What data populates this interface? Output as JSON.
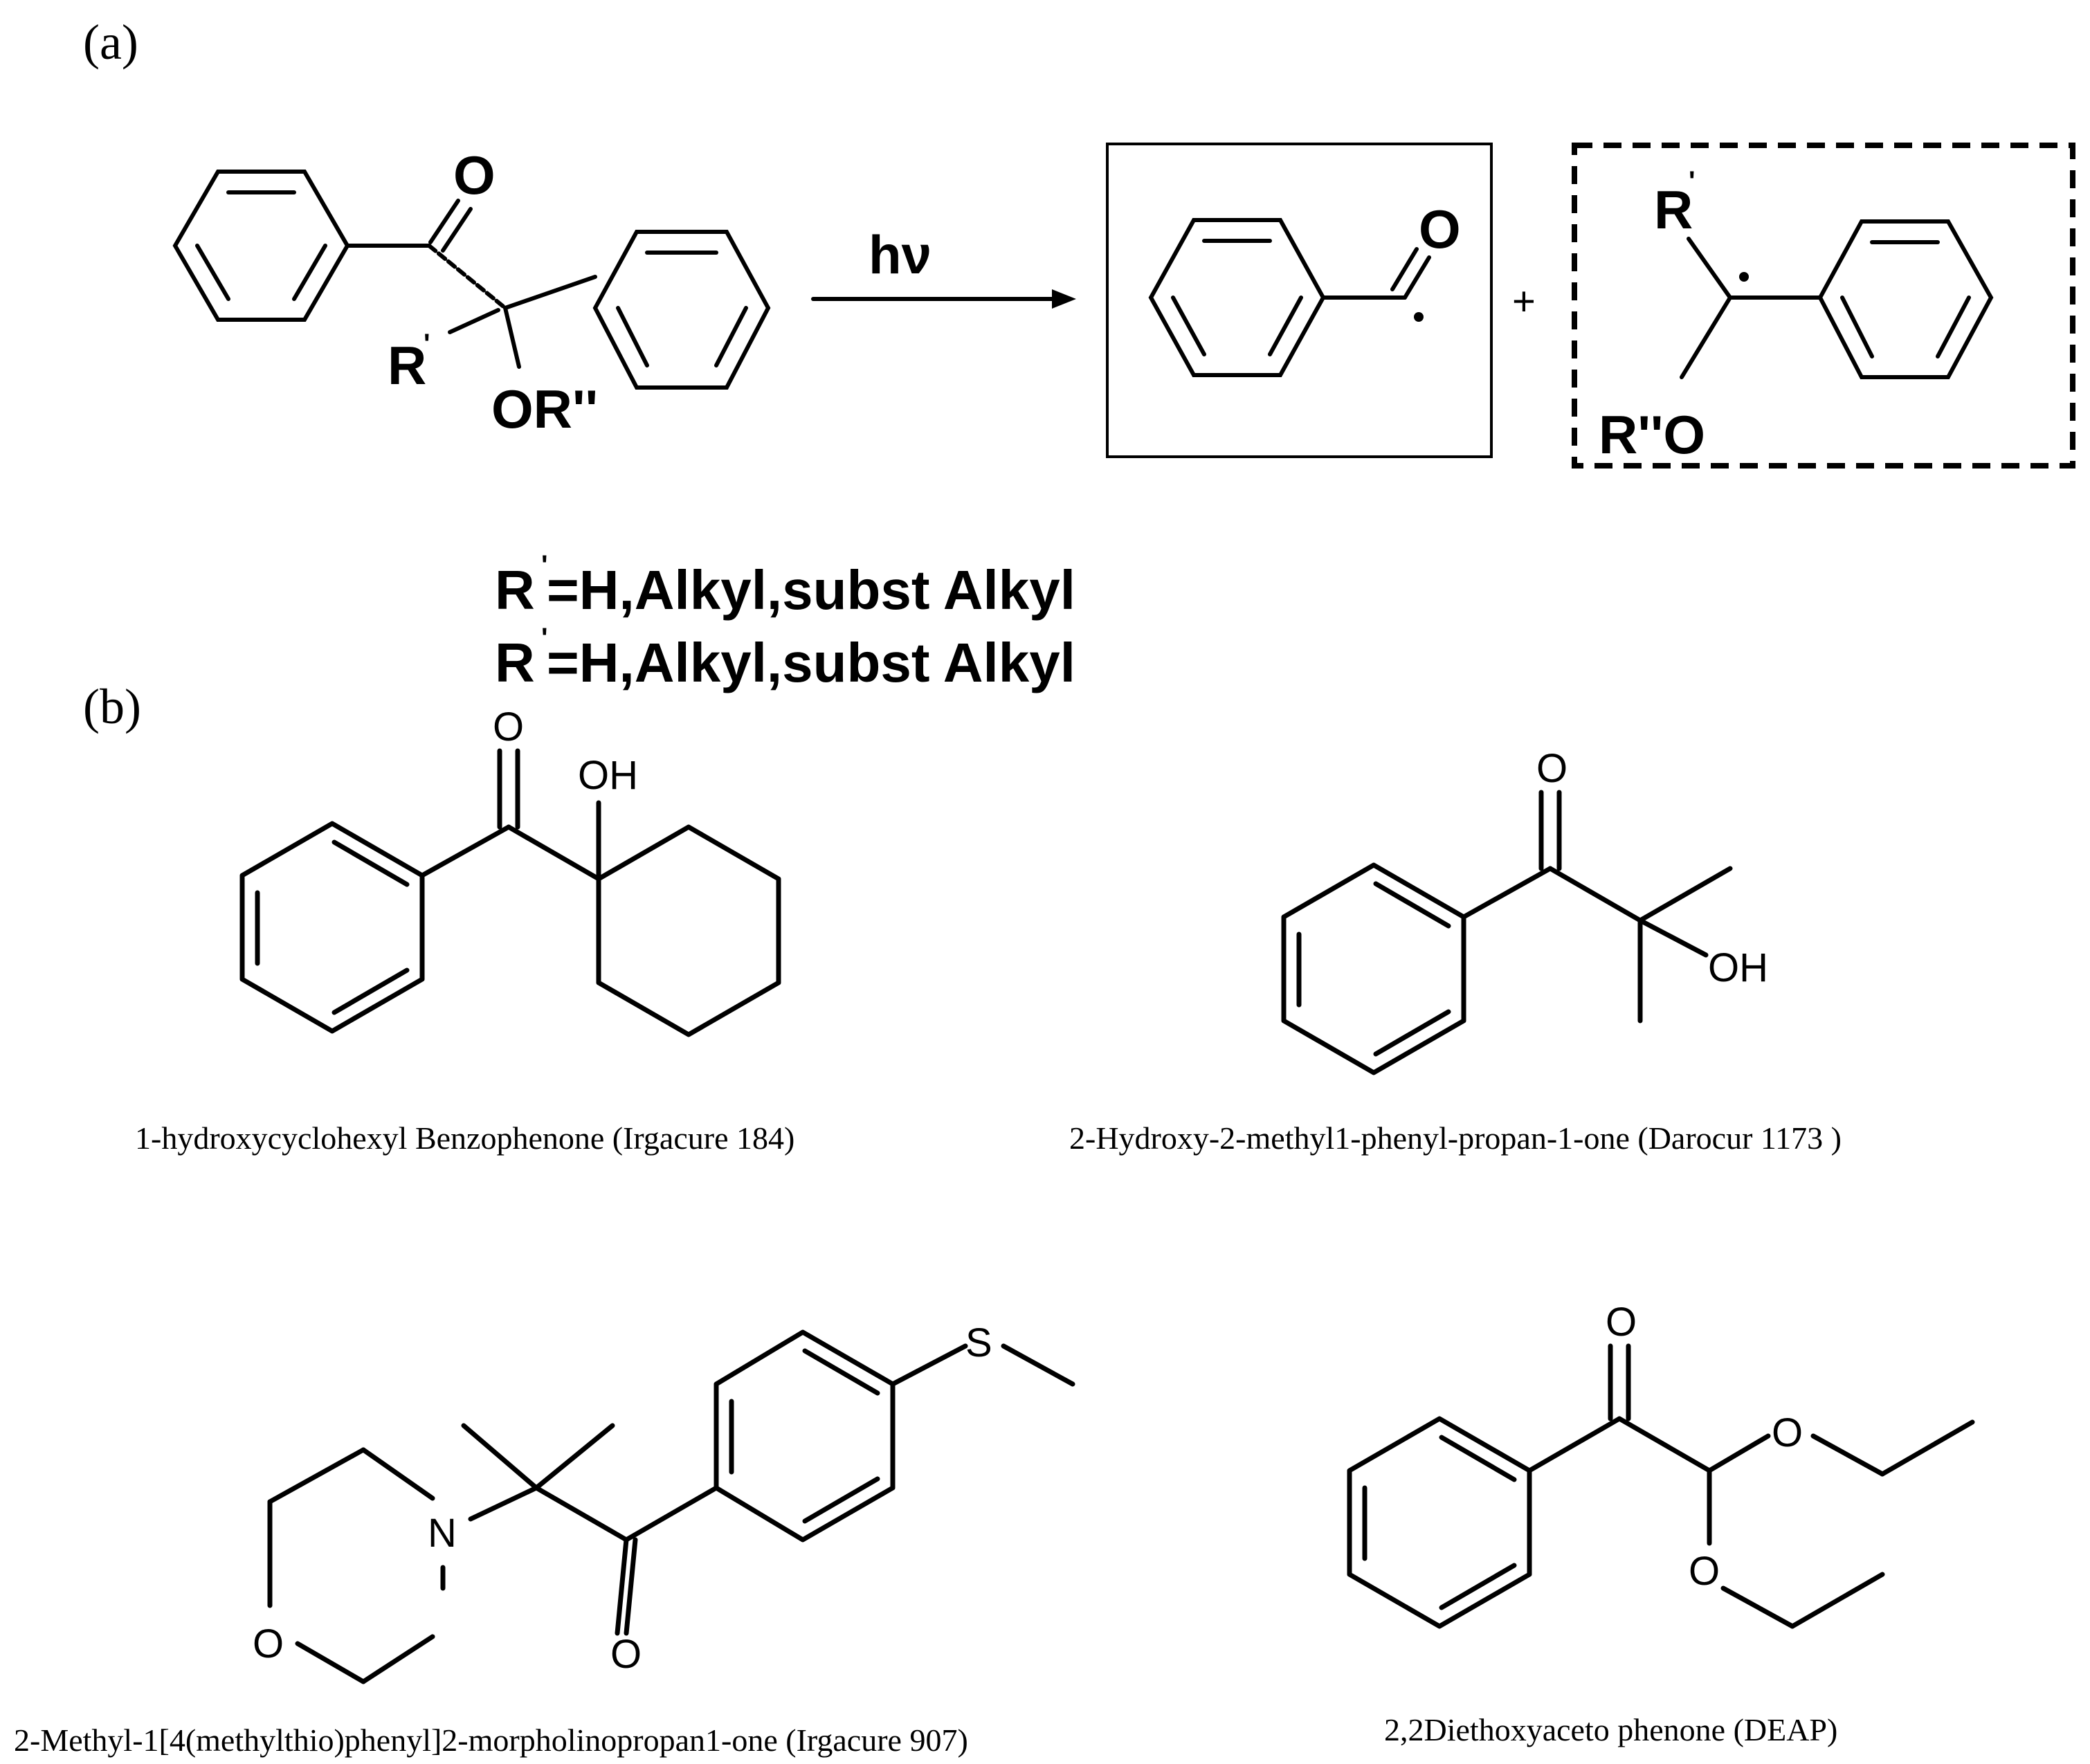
{
  "panels": {
    "a_label": "(a)",
    "b_label": "(b)"
  },
  "reaction": {
    "condition": "hν",
    "plus": "+",
    "reactant": {
      "o": "O",
      "r1": "R",
      "r1_prime": "'",
      "or2": "OR''"
    },
    "product1": {
      "o": "O"
    },
    "product2": {
      "r1": "R",
      "r1_prime": "'",
      "ro": "R''O"
    },
    "definitions": [
      {
        "symbol": "R",
        "prime": "'",
        "text": "=H,Alkyl,subst Alkyl"
      },
      {
        "symbol": "R",
        "prime": "'",
        "text": "=H,Alkyl,subst Alkyl"
      }
    ]
  },
  "compounds": [
    {
      "caption": "1-hydroxycyclohexyl Benzophenone (Irgacure 184)",
      "atoms": {
        "o": "O",
        "oh": "OH"
      }
    },
    {
      "caption": "2-Hydroxy-2-methyl1-phenyl-propan-1-one (Darocur 1173 )",
      "atoms": {
        "o": "O",
        "oh": "OH"
      }
    },
    {
      "caption": "2-Methyl-1[4(methylthio)phenyl]2-morpholinopropan1-one (Irgacure  907)",
      "atoms": {
        "s": "S",
        "n": "N",
        "o_ring": "O",
        "o_keto": "O"
      }
    },
    {
      "caption": "2,2Diethoxyaceto phenone (DEAP)",
      "atoms": {
        "o_keto": "O",
        "o1": "O",
        "o2": "O"
      }
    }
  ]
}
